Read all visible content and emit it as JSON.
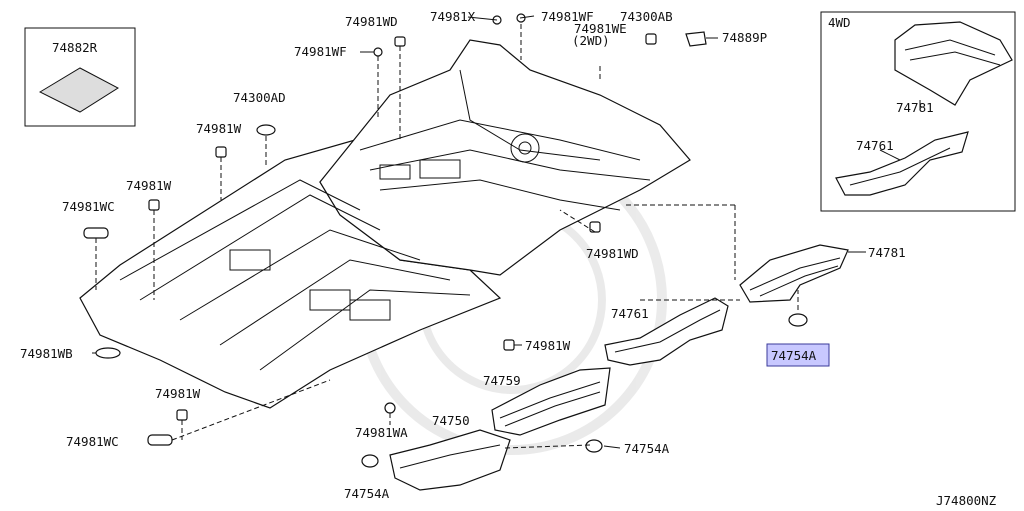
{
  "labels": {
    "l_74882R": "74882R",
    "l_74981WD_top": "74981WD",
    "l_74981X": "74981X",
    "l_74981WF_top": "74981WF",
    "l_74981WE": "74981WE",
    "l_2WD": "(2WD)",
    "l_74300AB": "74300AB",
    "l_74889P": "74889P",
    "l_74981WF_left": "74981WF",
    "l_74300AD": "74300AD",
    "l_74981W_1": "74981W",
    "l_74981W_2": "74981W",
    "l_74981WC_1": "74981WC",
    "l_74981WD_mid": "74981WD",
    "l_74781_main": "74781",
    "l_74761_main": "74761",
    "l_74754A_hl": "74754A",
    "l_74981WB": "74981WB",
    "l_74981W_mid": "74981W",
    "l_74759": "74759",
    "l_74981W_3": "74981W",
    "l_74981WC_2": "74981WC",
    "l_74981WA": "74981WA",
    "l_74750": "74750",
    "l_74754A_mid": "74754A",
    "l_74754A_bot": "74754A",
    "l_4WD": "4WD",
    "l_74781_inset": "74781",
    "l_74761_inset": "74761",
    "l_ref": "J74800NZ"
  },
  "colors": {
    "highlight_fill": "#c8c8ff",
    "highlight_stroke": "#3a3a9a",
    "line": "#111111"
  }
}
